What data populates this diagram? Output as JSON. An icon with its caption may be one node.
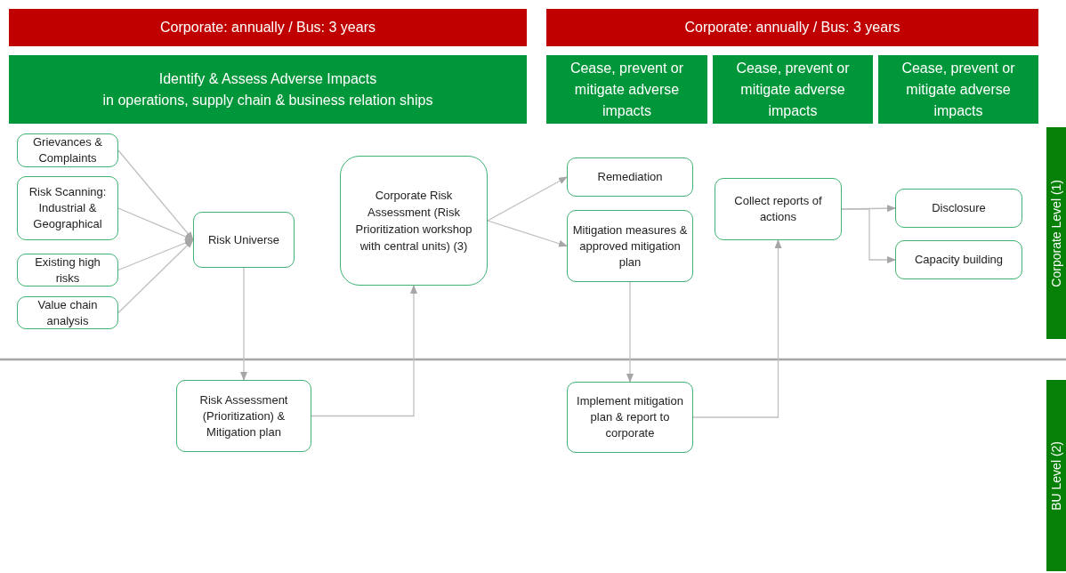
{
  "diagram": {
    "nodes": [
      {
        "text": [
          "Corporate: annually / Bus: 3 years"
        ]
      },
      {
        "text": [
          "Corporate: annually / Bus: 3 years"
        ]
      },
      {
        "text": [
          "Identify & Assess Adverse Impacts",
          "in operations, supply chain & business relation ships"
        ]
      },
      {
        "text": [
          "Cease, prevent or mitigate adverse impacts"
        ]
      },
      {
        "text": [
          "Cease, prevent or mitigate adverse impacts"
        ]
      },
      {
        "text": [
          "Cease, prevent or mitigate adverse impacts"
        ]
      },
      {
        "text": [
          "Grievances & Complaints"
        ]
      },
      {
        "text": [
          "Risk Scanning: Industrial & Geographical"
        ]
      },
      {
        "text": [
          "Existing high risks"
        ]
      },
      {
        "text": [
          "Value chain analysis"
        ]
      },
      {
        "text": [
          "Risk Universe"
        ]
      },
      {
        "text": [
          "Corporate Risk Assessment (Risk Prioritization workshop with central units) (3)"
        ]
      },
      {
        "text": [
          "Remediation"
        ]
      },
      {
        "text": [
          "Mitigation measures & approved mitigation plan"
        ]
      },
      {
        "text": [
          "Collect reports of actions"
        ]
      },
      {
        "text": [
          "Disclosure"
        ]
      },
      {
        "text": [
          "Capacity building"
        ]
      },
      {
        "text": [
          "Risk Assessment (Prioritization) & Mitigation plan"
        ]
      },
      {
        "text": [
          "Implement mitigation plan & report to corporate"
        ]
      },
      {
        "text": [
          "Corporate Level (1)"
        ]
      },
      {
        "text": [
          "BU Level (2)"
        ]
      }
    ],
    "edges": [
      {
        "from": 6,
        "to": 10,
        "arrow": "to"
      },
      {
        "from": 7,
        "to": 10,
        "arrow": "to"
      },
      {
        "from": 8,
        "to": 10,
        "arrow": "to"
      },
      {
        "from": 9,
        "to": 10,
        "arrow": "to"
      },
      {
        "from": 10,
        "to": 17,
        "arrow": "to"
      },
      {
        "from": 17,
        "to": 11,
        "arrow": "to"
      },
      {
        "from": 11,
        "to": 12,
        "arrow": "to"
      },
      {
        "from": 11,
        "to": 13,
        "arrow": "to"
      },
      {
        "from": 13,
        "to": 18,
        "arrow": "to"
      },
      {
        "from": 18,
        "to": 14,
        "arrow": "to"
      },
      {
        "from": 14,
        "to": 15,
        "arrow": "to"
      },
      {
        "from": 14,
        "to": 16,
        "arrow": "to"
      }
    ]
  }
}
